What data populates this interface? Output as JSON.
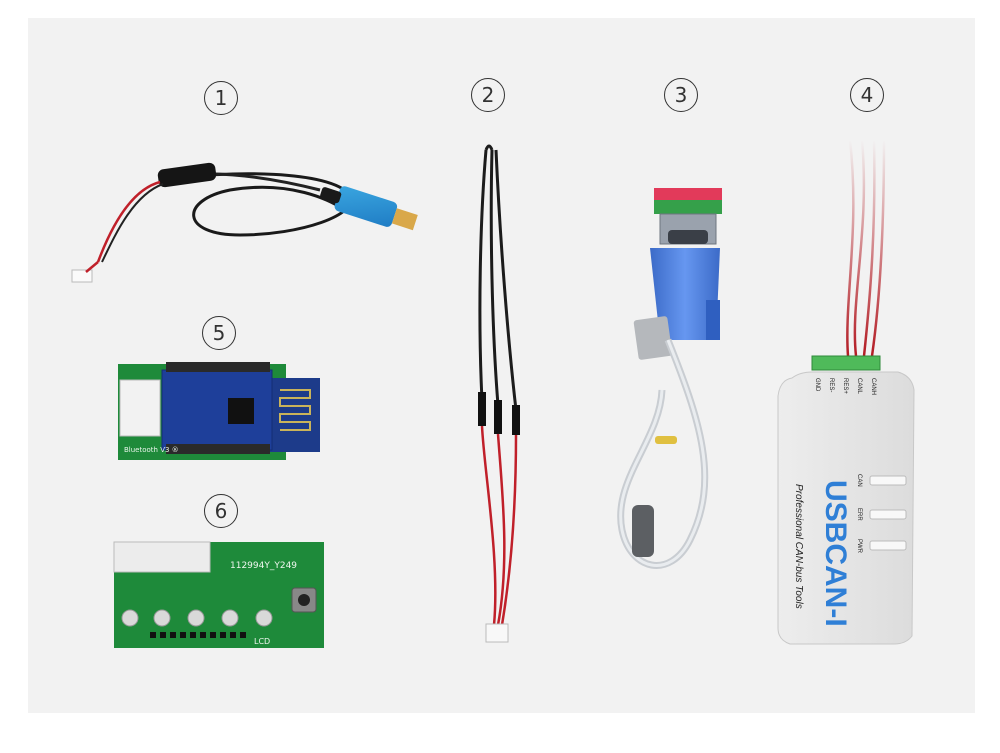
{
  "labels": {
    "item1": "1",
    "item2": "2",
    "item3": "3",
    "item4": "4",
    "item5": "5",
    "item6": "6"
  },
  "bluetooth_board": {
    "silkscreen": "Bluetooth V3 ®"
  },
  "display_board": {
    "part_code": "112994Y_Y249",
    "lcd_label": "LCD"
  },
  "can_adapter": {
    "brand": "USBCAN-I",
    "tagline": "Professional CAN-bus Tools",
    "terminal_labels": [
      "GND",
      "RES-",
      "RES+",
      "CANL",
      "CANH"
    ],
    "leds": [
      "CAN",
      "ERR",
      "PWR"
    ]
  },
  "colors": {
    "background": "#f2f2f2",
    "pcb_green": "#1e8a3a",
    "wire_red": "#c0202a",
    "adapter_blue": "#3a6fd0",
    "usbcan_blue": "#2f7fd6"
  }
}
